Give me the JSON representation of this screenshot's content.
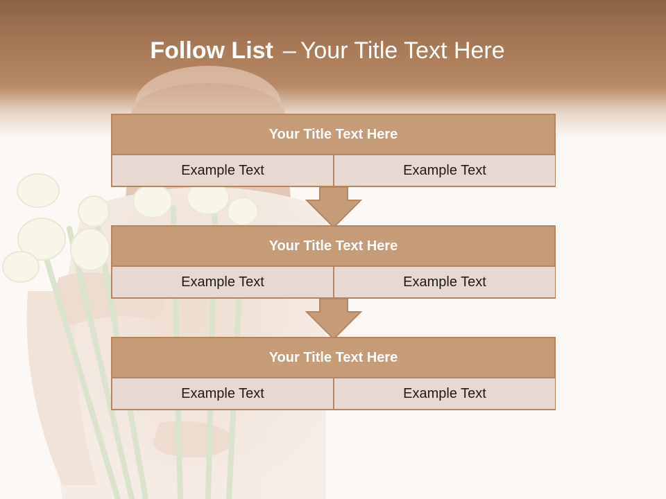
{
  "slide": {
    "title_bold": "Follow List",
    "title_dash": "–",
    "title_rest": "Your Title Text Here",
    "colors": {
      "header_brown": "#8a6446",
      "box_title": "#c59b78",
      "box_border": "#b68560",
      "cell": "#e7d9d1",
      "arrow": "#c59b78"
    }
  },
  "steps": [
    {
      "title": "Your Title Text Here",
      "left_text": "Example Text",
      "right_text": "Example Text"
    },
    {
      "title": "Your Title Text Here",
      "left_text": "Example Text",
      "right_text": "Example Text"
    },
    {
      "title": "Your Title Text Here",
      "left_text": "Example Text",
      "right_text": "Example Text"
    }
  ]
}
